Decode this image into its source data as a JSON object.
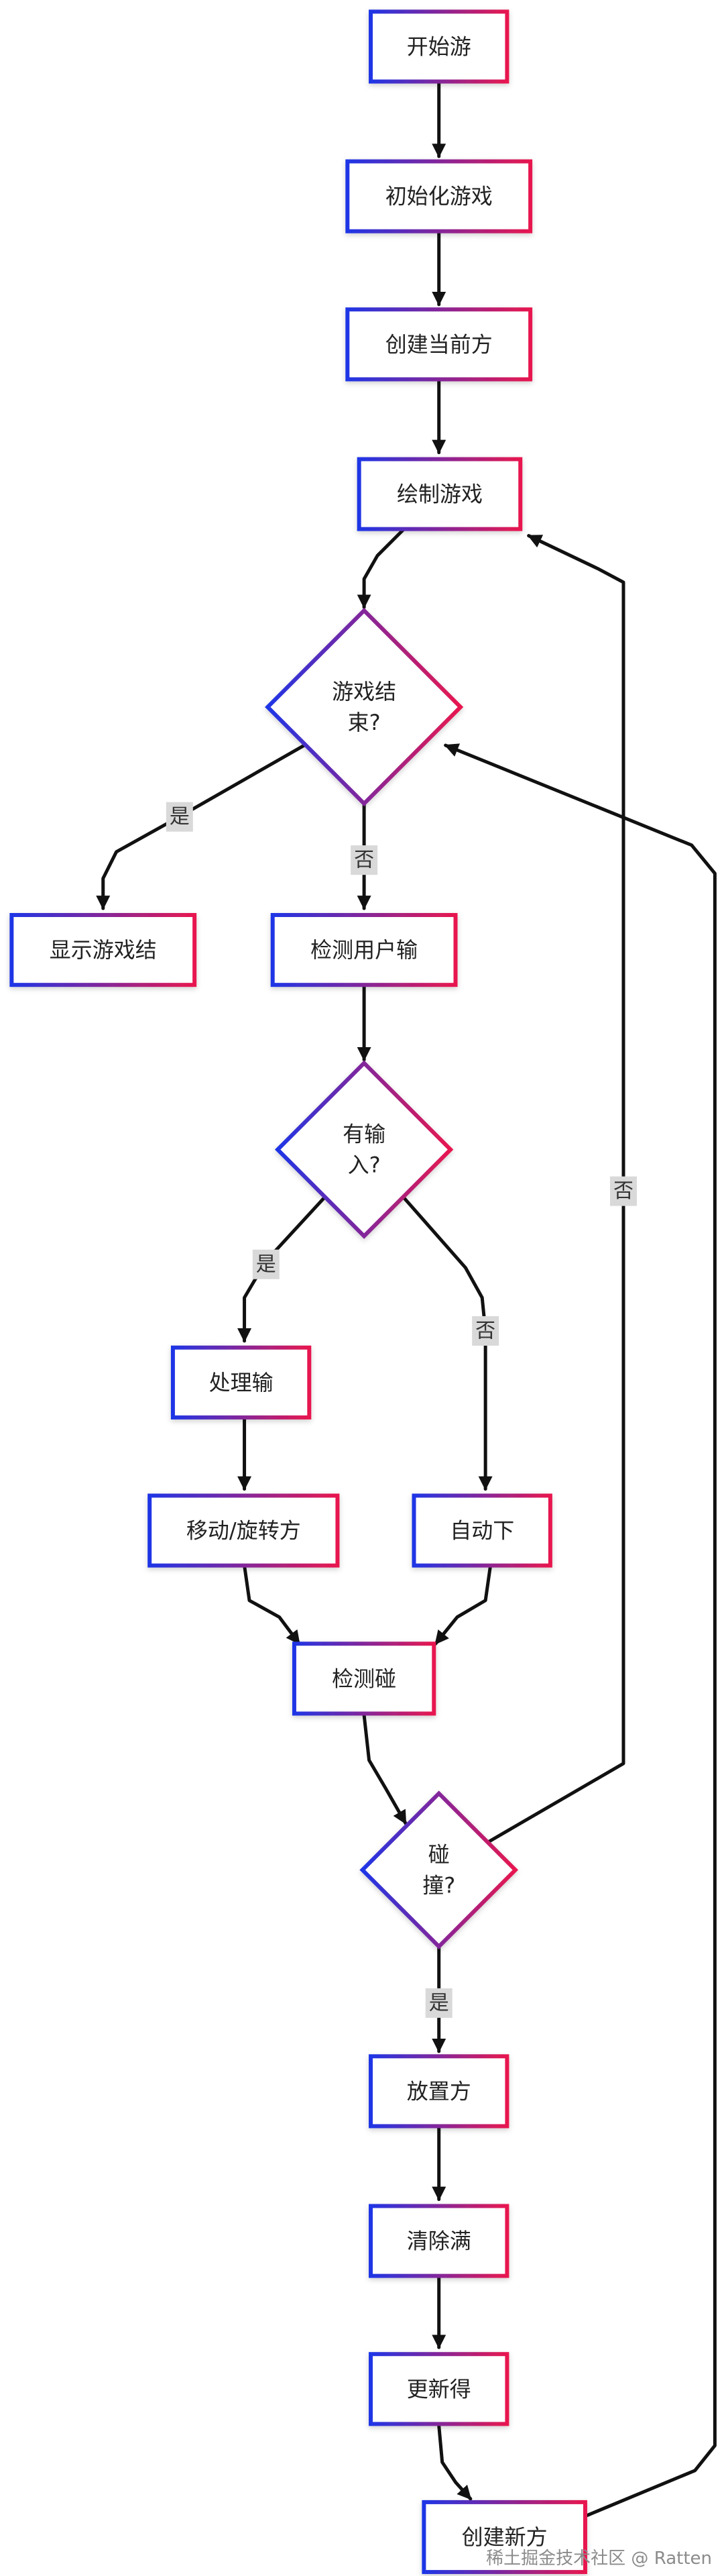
{
  "nodes": {
    "start": {
      "label": "开始游"
    },
    "init": {
      "label": "初始化游戏"
    },
    "create1": {
      "label": "创建当前方"
    },
    "draw": {
      "label": "绘制游戏"
    },
    "gameover": {
      "label": "游戏结束?",
      "lines": [
        "游戏结",
        "束?"
      ]
    },
    "show": {
      "label": "显示游戏结"
    },
    "detect": {
      "label": "检测用户输"
    },
    "hasinput": {
      "label": "有输入?",
      "lines": [
        "有输",
        "入?"
      ]
    },
    "handle": {
      "label": "处理输"
    },
    "move": {
      "label": "移动/旋转方"
    },
    "auto": {
      "label": "自动下"
    },
    "collide": {
      "label": "检测碰"
    },
    "collision": {
      "label": "碰撞?",
      "lines": [
        "碰",
        "撞?"
      ]
    },
    "place": {
      "label": "放置方"
    },
    "clear": {
      "label": "清除满"
    },
    "score": {
      "label": "更新得"
    },
    "create2": {
      "label": "创建新方"
    }
  },
  "edges": [
    {
      "from": "start",
      "to": "init",
      "label": ""
    },
    {
      "from": "init",
      "to": "create1",
      "label": ""
    },
    {
      "from": "create1",
      "to": "draw",
      "label": ""
    },
    {
      "from": "draw",
      "to": "gameover",
      "label": ""
    },
    {
      "from": "gameover",
      "to": "show",
      "label": "是"
    },
    {
      "from": "gameover",
      "to": "detect",
      "label": "否"
    },
    {
      "from": "detect",
      "to": "hasinput",
      "label": ""
    },
    {
      "from": "hasinput",
      "to": "handle",
      "label": "是"
    },
    {
      "from": "hasinput",
      "to": "auto",
      "label": "否"
    },
    {
      "from": "handle",
      "to": "move",
      "label": ""
    },
    {
      "from": "move",
      "to": "collide",
      "label": ""
    },
    {
      "from": "auto",
      "to": "collide",
      "label": ""
    },
    {
      "from": "collide",
      "to": "collision",
      "label": ""
    },
    {
      "from": "collision",
      "to": "draw",
      "label": "否"
    },
    {
      "from": "collision",
      "to": "place",
      "label": "是"
    },
    {
      "from": "place",
      "to": "clear",
      "label": ""
    },
    {
      "from": "clear",
      "to": "score",
      "label": ""
    },
    {
      "from": "score",
      "to": "create2",
      "label": ""
    },
    {
      "from": "create2",
      "to": "gameover",
      "label": ""
    }
  ],
  "colors": {
    "gradient_start": "#1f35e6",
    "gradient_end": "#e8184f",
    "edge": "#111111",
    "label_bg": "#d9d9d9"
  },
  "watermark": "稀土掘金技术社区 @ Ratten"
}
